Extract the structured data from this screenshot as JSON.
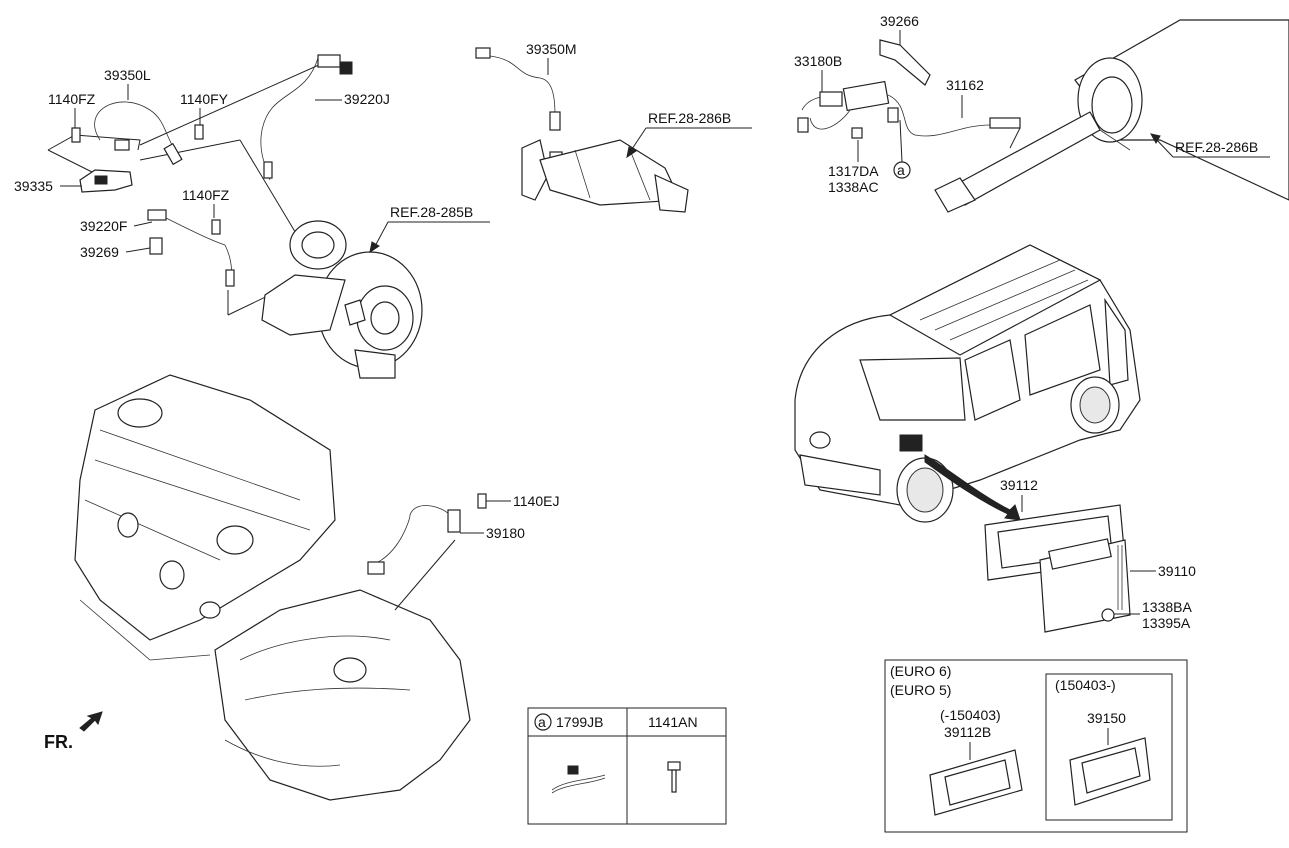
{
  "labels": {
    "l_39350L": "39350L",
    "l_1140FZ_top": "1140FZ",
    "l_1140FY": "1140FY",
    "l_39220J": "39220J",
    "l_39335": "39335",
    "l_1140FZ_mid": "1140FZ",
    "l_39220F": "39220F",
    "l_39269": "39269",
    "l_ref285B": "REF.28-285B",
    "l_39350M": "39350M",
    "l_ref286B_mid": "REF.28-286B",
    "l_39266": "39266",
    "l_33180B": "33180B",
    "l_31162": "31162",
    "l_1317DA": "1317DA",
    "l_1338AC": "1338AC",
    "l_ref286B_right": "REF.28-286B",
    "l_1140EJ": "1140EJ",
    "l_39180": "39180",
    "l_39112": "39112",
    "l_39110": "39110",
    "l_1338BA": "1338BA",
    "l_13395A": "13395A",
    "l_fr": "FR."
  },
  "callout": {
    "a": "a"
  },
  "table": {
    "col1_letter": "a",
    "col1_part": "1799JB",
    "col2_part": "1141AN"
  },
  "variants": {
    "euro6": "(EURO 6)",
    "euro5": "(EURO 5)",
    "range_old": "(-150403)",
    "part_old": "39112B",
    "range_new": "(150403-)",
    "part_new": "39150"
  }
}
